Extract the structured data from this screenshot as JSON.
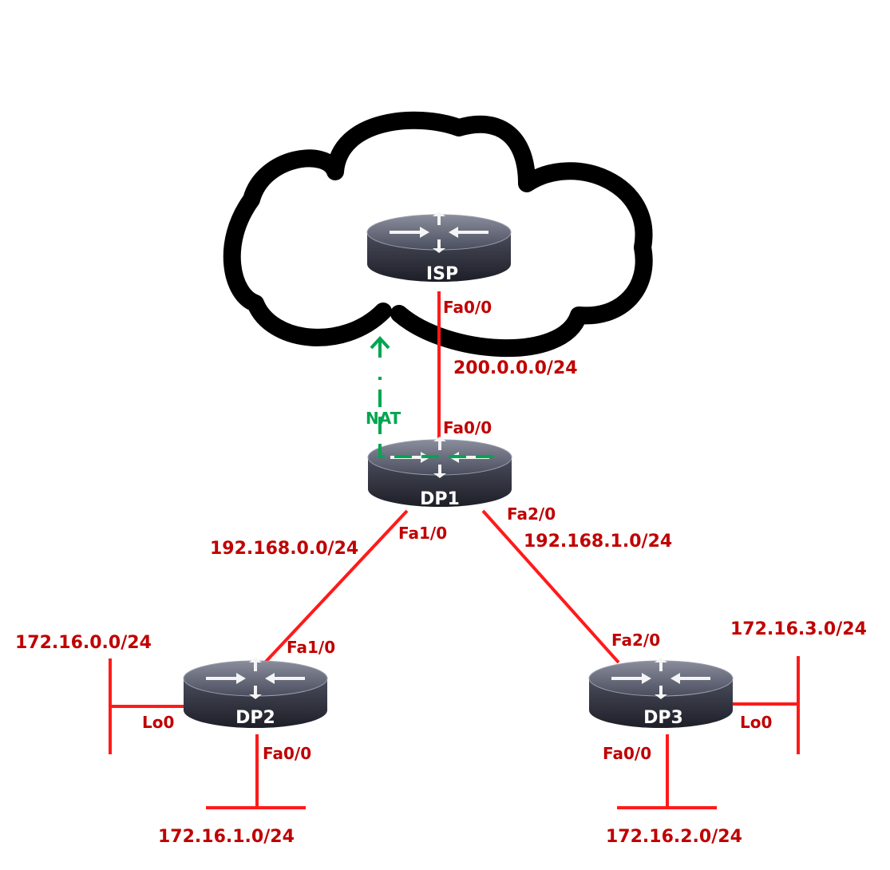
{
  "routers": [
    {
      "id": "isp",
      "name": "ISP"
    },
    {
      "id": "dp1",
      "name": "DP1"
    },
    {
      "id": "dp2",
      "name": "DP2"
    },
    {
      "id": "dp3",
      "name": "DP3"
    }
  ],
  "interfaces": {
    "isp_fa00": "Fa0/0",
    "dp1_fa00": "Fa0/0",
    "dp1_fa10": "Fa1/0",
    "dp1_fa20": "Fa2/0",
    "dp2_fa10": "Fa1/0",
    "dp2_lo0": "Lo0",
    "dp2_fa00": "Fa0/0",
    "dp3_fa20": "Fa2/0",
    "dp3_lo0": "Lo0",
    "dp3_fa00": "Fa0/0"
  },
  "networks": {
    "isp_dp1": "200.0.0.0/24",
    "dp1_dp2": "192.168.0.0/24",
    "dp1_dp3": "192.168.1.0/24",
    "dp2_lo0": "172.16.0.0/24",
    "dp2_lan": "172.16.1.0/24",
    "dp3_lo0": "172.16.3.0/24",
    "dp3_lan": "172.16.2.0/24"
  },
  "nat_label": "NAT",
  "colors": {
    "link": "#ff1a1a",
    "label": "#c00000",
    "nat": "#00a651",
    "cloud": "#000000",
    "router_top": "#55586a",
    "router_body": "#2a2c38",
    "router_text": "#ffffff"
  }
}
